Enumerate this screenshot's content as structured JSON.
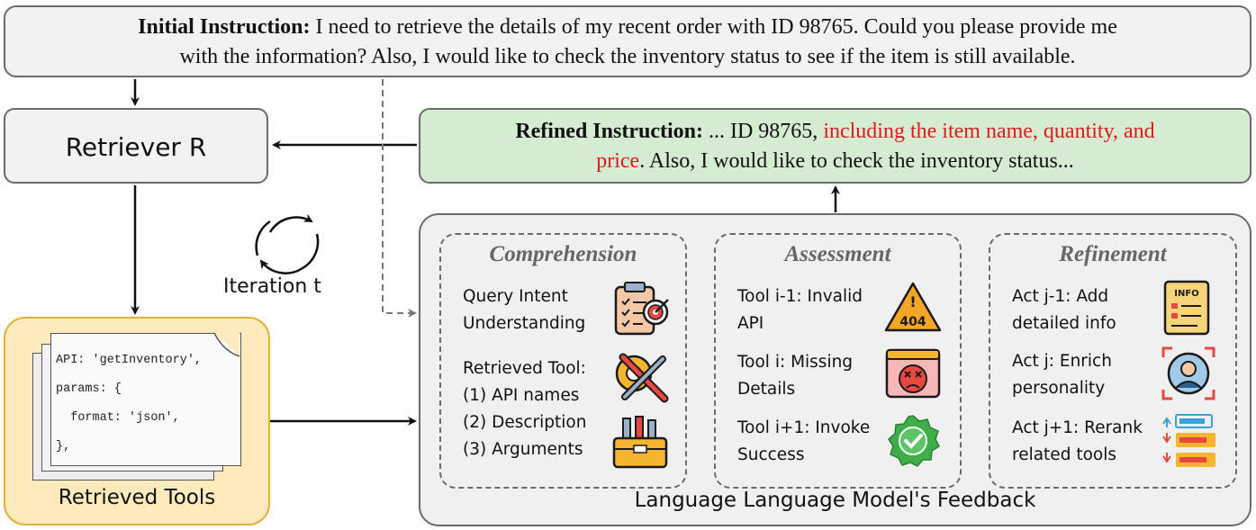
{
  "initial_instruction": {
    "label": "Initial Instruction:",
    "line1": " I need to retrieve the details of my recent order with ID 98765. Could you please provide me",
    "line2": "with the information? Also, I would like to check the inventory status to see if the item is still available."
  },
  "retriever": {
    "label": "Retriever R"
  },
  "refined_instruction": {
    "label": "Refined Instruction:",
    "prefix": " ... ID 98765, ",
    "highlight1": "including the item name, quantity, and",
    "highlight2": "price",
    "suffix": ". Also, I would like to check the inventory status..."
  },
  "iteration": {
    "label": "Iteration t"
  },
  "retrieved_tools": {
    "label": "Retrieved Tools",
    "code": [
      "API: 'getInventory',",
      "params: {",
      "  format: 'json',",
      "},"
    ]
  },
  "feedback": {
    "label": "Language Language Model's Feedback",
    "comprehension": {
      "title": "Comprehension",
      "item1": "Query Intent\nUnderstanding",
      "item2": "Retrieved Tool:\n(1) API names\n(2) Description\n(3) Arguments"
    },
    "assessment": {
      "title": "Assessment",
      "item1": "Tool i-1: Invalid\nAPI",
      "item2": "Tool i: Missing\nDetails",
      "item3": "Tool i+1: Invoke\nSuccess",
      "error_code": "404"
    },
    "refinement": {
      "title": "Refinement",
      "item1": "Act j-1: Add\ndetailed info",
      "item2": "Act j: Enrich\npersonality",
      "item3": "Act j+1: Rerank\nrelated tools",
      "info_badge": "INFO"
    }
  },
  "colors": {
    "highlight": "#e0181b",
    "refined_bg": "#d6ecd2",
    "tools_bg": "#fdebbd",
    "tools_border": "#e2b13c"
  }
}
